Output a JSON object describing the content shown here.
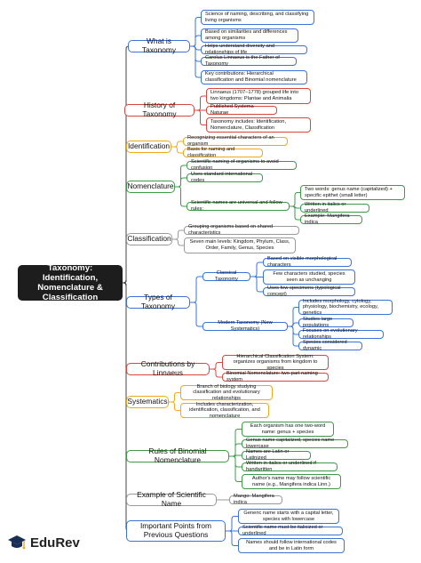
{
  "colors": {
    "blue": "#3b73d8",
    "red": "#d9463e",
    "orange": "#f0a81c",
    "green": "#3d9a48",
    "gray": "#9a9a9a",
    "root_bg": "#1d1d1d"
  },
  "root": "Taxonomy: Identification, Nomenclature & Classification",
  "what_is": {
    "title": "What is Taxonomy",
    "items": [
      "Science of naming, describing, and classifying living organisms",
      "Based on similarities and differences among organisms",
      "Helps understand diversity and relationships of life",
      "Carolus Linnaeus is the Father of Taxonomy",
      "Key contributions: Hierarchical classification and Binomial nomenclature"
    ]
  },
  "history": {
    "title": "History of Taxonomy",
    "items": [
      "Linnaeus (1707–1778) grouped life into two kingdoms: Plantae and Animalia",
      "Published Systema Naturae",
      "Taxonomy includes: Identification, Nomenclature, Classification"
    ]
  },
  "identification": {
    "title": "Identification",
    "items": [
      "Recognizing essential characters of an organism",
      "Basis for naming and classification"
    ]
  },
  "nomenclature": {
    "title": "Nomenclature",
    "items": [
      "Scientific naming of organisms to avoid confusion",
      "Uses standard international codes",
      "Scientific names are universal and follow rules:"
    ],
    "rules": [
      "Two words: genus name (capitalized) + specific epithet (small letter)",
      "Written in italics or underlined",
      "Example: Mangifera indica"
    ]
  },
  "classification": {
    "title": "Classification",
    "items": [
      "Grouping organisms based on shared characteristics",
      "Seven main levels: Kingdom, Phylum, Class, Order, Family, Genus, Species"
    ]
  },
  "types": {
    "title": "Types of Taxonomy",
    "classical": {
      "label": "Classical Taxonomy",
      "items": [
        "Based on visible morphological characters",
        "Few characters studied, species seen as unchanging",
        "Uses few specimens (typological concept)"
      ]
    },
    "modern": {
      "label": "Modern Taxonomy (New Systematics)",
      "items": [
        "Includes morphology, cytology, physiology, biochemistry, ecology, genetics",
        "Studies large populations",
        "Focuses on evolutionary relationships",
        "Species considered dynamic"
      ]
    }
  },
  "linnaeus": {
    "title": "Contributions by Linnaeus",
    "items": [
      "Hierarchical Classification System: organizes organisms from kingdom to species",
      "Binomial Nomenclature: two-part naming system"
    ]
  },
  "systematics": {
    "title": "Systematics",
    "items": [
      "Branch of biology studying classification and evolutionary relationships",
      "Includes characterization, identification, classification, and nomenclature"
    ]
  },
  "rules": {
    "title": "Rules of Binomial Nomenclature",
    "items": [
      "Each organism has one two-word name: genus + species",
      "Genus name capitalized, species name lowercase",
      "Names are Latin or Latinized",
      "Written in italics or underlined if handwritten",
      "Author's name may follow scientific name (e.g., Mangifera indica Linn.)"
    ]
  },
  "example": {
    "title": "Example of Scientific Name",
    "items": [
      "Mango: Mangifera indica"
    ]
  },
  "pyq": {
    "title": "Important Points from Previous Questions",
    "items": [
      "Generic name starts with a capital letter, species with lowercase",
      "Scientific name must be italicized or underlined",
      "Names should follow international codes and be in Latin form"
    ]
  },
  "brand": {
    "name": "EduRev",
    "logo_icon": "graduation-cap-icon"
  }
}
